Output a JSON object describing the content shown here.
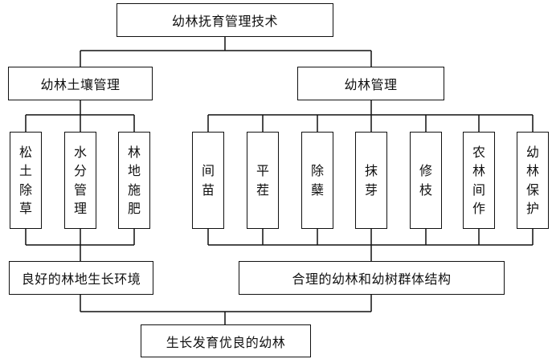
{
  "title": "幼林抚育管理技术",
  "soil": {
    "label": "幼林土壤管理",
    "items": [
      "松土除草",
      "水分管理",
      "林地施肥"
    ],
    "result": "良好的林地生长环境"
  },
  "forest": {
    "label": "幼林管理",
    "items": [
      "间苗",
      "平茬",
      "除蘖",
      "抹芽",
      "修枝",
      "农林间作",
      "幼林保护"
    ],
    "result": "合理的幼林和幼树群体结构"
  },
  "final": "生长发育优良的幼林"
}
